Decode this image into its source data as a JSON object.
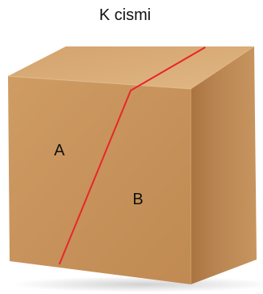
{
  "figure": {
    "title": "K cismi",
    "regions": [
      {
        "label": "A"
      },
      {
        "label": "B"
      }
    ],
    "colors": {
      "box_front": "#c9955e",
      "box_top": "#d9ac78",
      "box_side": "#b47d48",
      "cut_line": "#e8262a"
    }
  }
}
